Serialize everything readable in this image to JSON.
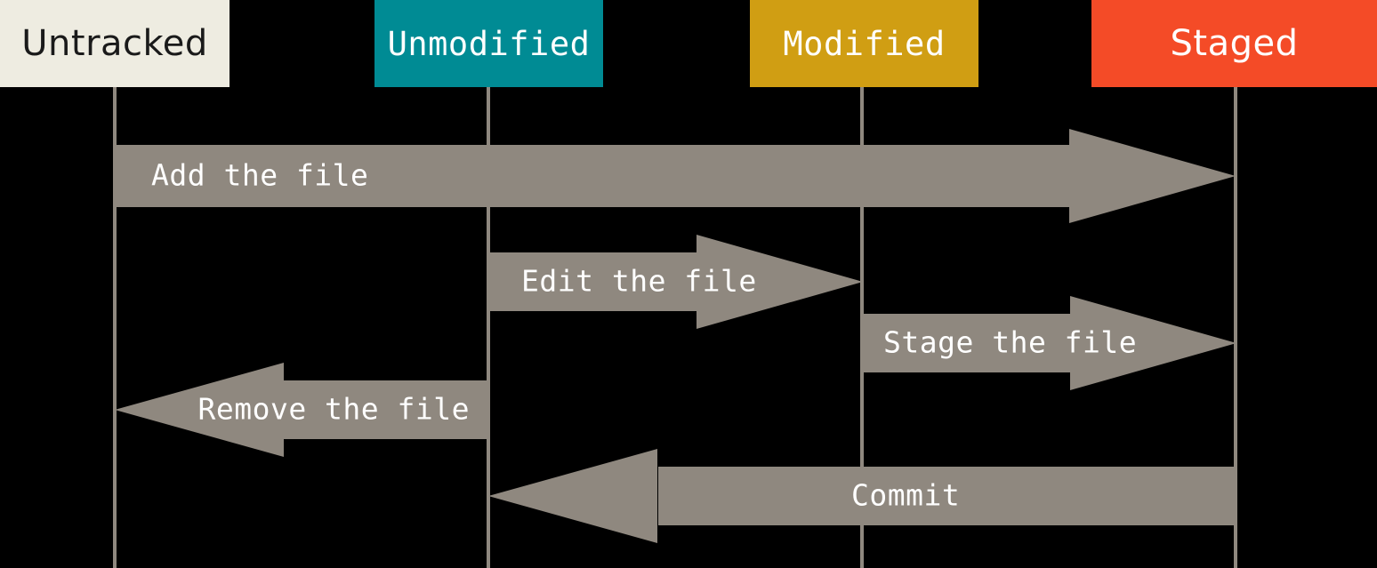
{
  "diagram": {
    "type": "git-file-lifecycle-flow",
    "background": "#000000",
    "line_color": "#8f887f",
    "arrow_color": "#8f887f",
    "arrow_label_color": "#ffffff",
    "states": [
      {
        "id": "untracked",
        "label": "Untracked",
        "color": "#eeece1",
        "text_color": "#1a1a1a"
      },
      {
        "id": "unmodified",
        "label": "Unmodified",
        "color": "#008b94",
        "text_color": "#ffffff"
      },
      {
        "id": "modified",
        "label": "Modified",
        "color": "#d09e13",
        "text_color": "#ffffff"
      },
      {
        "id": "staged",
        "label": "Staged",
        "color": "#f44b27",
        "text_color": "#ffffff"
      }
    ],
    "transitions": [
      {
        "label": "Add the file",
        "from": "untracked",
        "to": "staged",
        "direction": "right"
      },
      {
        "label": "Edit the file",
        "from": "unmodified",
        "to": "modified",
        "direction": "right"
      },
      {
        "label": "Stage the file",
        "from": "modified",
        "to": "staged",
        "direction": "right"
      },
      {
        "label": "Remove the file",
        "from": "unmodified",
        "to": "untracked",
        "direction": "left"
      },
      {
        "label": "Commit",
        "from": "staged",
        "to": "unmodified",
        "direction": "left"
      }
    ]
  }
}
